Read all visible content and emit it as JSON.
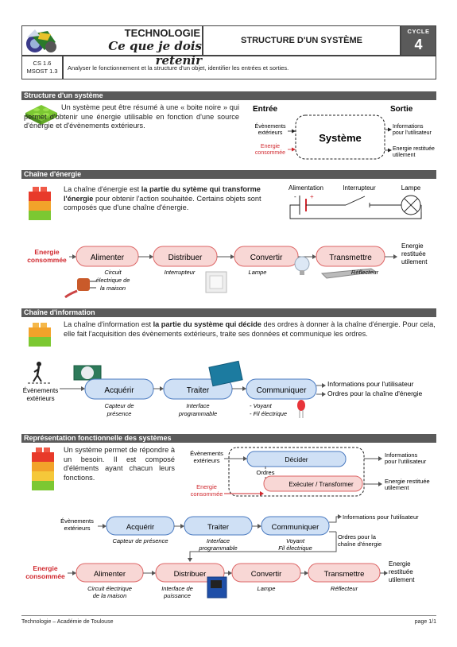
{
  "header": {
    "title": "TECHNOLOGIE",
    "subtitle": "Ce que je dois retenir",
    "main_title": "STRUCTURE D'UN SYSTÈME",
    "cycle_label": "CYCLE",
    "cycle_number": "4",
    "codes_line1": "CS 1.6",
    "codes_line2": "MSOST 1.3",
    "objective": "Analyser le fonctionnement et la structure d'un objet, identifier les entrées et sorties."
  },
  "sec1": {
    "title": "Structure d'un système",
    "text": "Un système peut être résumé à une « boite noire » qui permet d'obtenir une énergie utilisable en fonction d'une source d'énergie et d'évènements extérieurs.",
    "entree": "Entrée",
    "sortie": "Sortie",
    "systeme": "Système",
    "ev1": "Évènements",
    "ev2": "extérieurs",
    "en1": "Energie",
    "en2": "consommée",
    "out1a": "Informations",
    "out1b": "pour l'utilisateur",
    "out2a": "Energie restituée",
    "out2b": "utilement"
  },
  "sec2": {
    "title": "Chaîne d'énergie",
    "text_a": "La chaîne d'énergie est ",
    "text_b": "la partie du sytème qui transforme l'énergie",
    "text_c": " pour obtenir l'action souhaitée. Certains objets sont composés que d'une chaîne d'énergie.",
    "alim": "Alimentation",
    "inter": "Interrupteur",
    "lampe": "Lampe",
    "in1": "Energie",
    "in2": "consommée",
    "blocks": [
      "Alimenter",
      "Distribuer",
      "Convertir",
      "Transmettre"
    ],
    "cap1a": "Circuit",
    "cap1b": "électrique de",
    "cap1c": "la maison",
    "cap2": "Interrupteur",
    "cap3": "Lampe",
    "cap4": "Réflecteur",
    "out1": "Energie",
    "out2": "restituée",
    "out3": "utilement"
  },
  "sec3": {
    "title": "Chaîne d'information",
    "text_a": "La chaîne d'information est ",
    "text_b": "la partie du système qui décide",
    "text_c": " des ordres à donner à la chaîne d'énergie. Pour cela, elle fait l'acquisition des évènements extérieurs, traite ses données et communique les ordres.",
    "in1": "Évènements",
    "in2": "extérieurs",
    "blocks": [
      "Acquérir",
      "Traiter",
      "Communiquer"
    ],
    "cap1a": "Capteur de",
    "cap1b": "présence",
    "cap2a": "Interface",
    "cap2b": "programmable",
    "cap3a": "- Voyant",
    "cap3b": "- Fil électrique",
    "out1": "Informations pour l'utilisateur",
    "out2": "Ordres pour la chaîne d'énergie"
  },
  "sec4": {
    "title": "Représentation fonctionnelle des systèmes",
    "text": "Un système permet de répondre à un besoin. Il est composé d'éléments ayant chacun leurs fonctions.",
    "ev1": "Évènements",
    "ev2": "extérieurs",
    "decider": "Décider",
    "ordres": "Ordres",
    "executer": "Exécuter / Transformer",
    "en1": "Energie",
    "en2": "consommée",
    "outA1": "Informations",
    "outA2": "pour l'utilisateur",
    "outB1": "Energie restituée",
    "outB2": "utilement",
    "info_blocks": [
      "Acquérir",
      "Traiter",
      "Communiquer"
    ],
    "info_in1": "Évènements",
    "info_in2": "extérieurs",
    "info_out": "Informations pour l'utilisateur",
    "info_cap1": "Capteur de présence",
    "info_cap2a": "Interface",
    "info_cap2b": "programmable",
    "info_cap3a": "Voyant",
    "info_cap3b": "Fil électrique",
    "ordres1": "Ordres pour la",
    "ordres2": "chaîne d'énergie",
    "en_blocks": [
      "Alimenter",
      "Distribuer",
      "Convertir",
      "Transmettre"
    ],
    "en_in1": "Energie",
    "en_in2": "consommée",
    "en_out1": "Energie",
    "en_out2": "restituée",
    "en_out3": "utilement",
    "en_cap1a": "Circuit électrique",
    "en_cap1b": "de la maison",
    "en_cap2a": "Interface de",
    "en_cap2b": "puissance",
    "en_cap3": "Lampe",
    "en_cap4": "Réflecteur"
  },
  "footer": {
    "left": "Technologie – Académie de Toulouse",
    "right": "page 1/1"
  }
}
